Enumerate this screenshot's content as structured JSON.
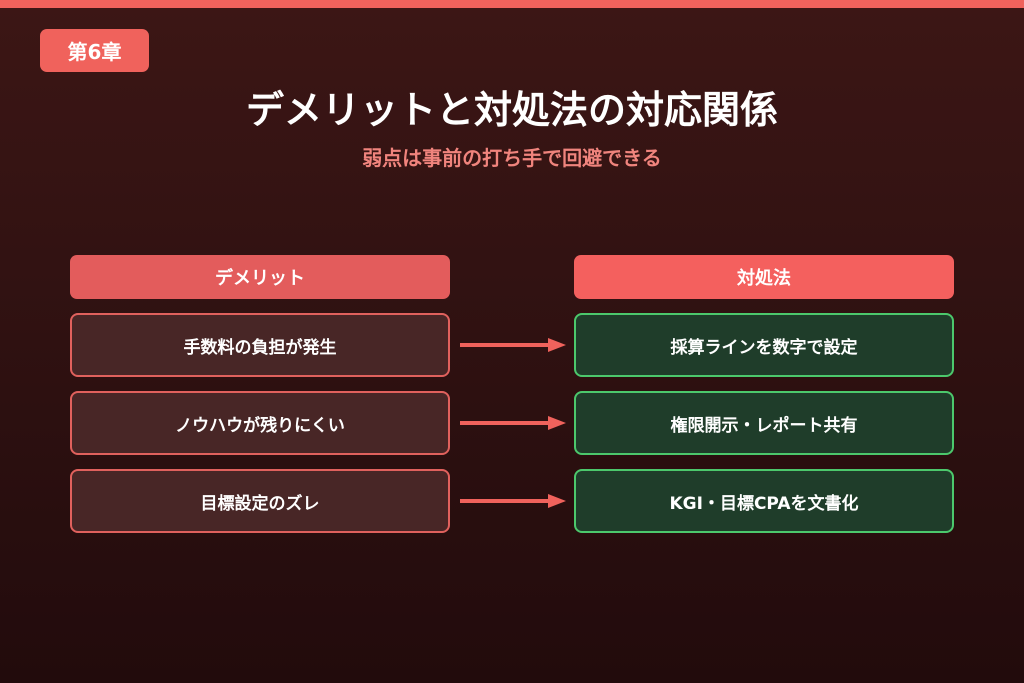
{
  "chapter": {
    "label": "第6章"
  },
  "title": "デメリットと対処法の対応関係",
  "subtitle": "弱点は事前の打ち手で回避できる",
  "columns": {
    "demerits_header": "デメリット",
    "solutions_header": "対処法"
  },
  "rows": [
    {
      "demerit": "手数料の負担が発生",
      "solution": "採算ラインを数字で設定"
    },
    {
      "demerit": "ノウハウが残りにくい",
      "solution": "権限開示・レポート共有"
    },
    {
      "demerit": "目標設定のズレ",
      "solution": "KGI・目標CPAを文書化"
    }
  ],
  "colors": {
    "accent": "#f0625c",
    "demerit_border": "#e0615d",
    "solution_border": "#4cc86c",
    "subtitle": "#f0847d"
  }
}
